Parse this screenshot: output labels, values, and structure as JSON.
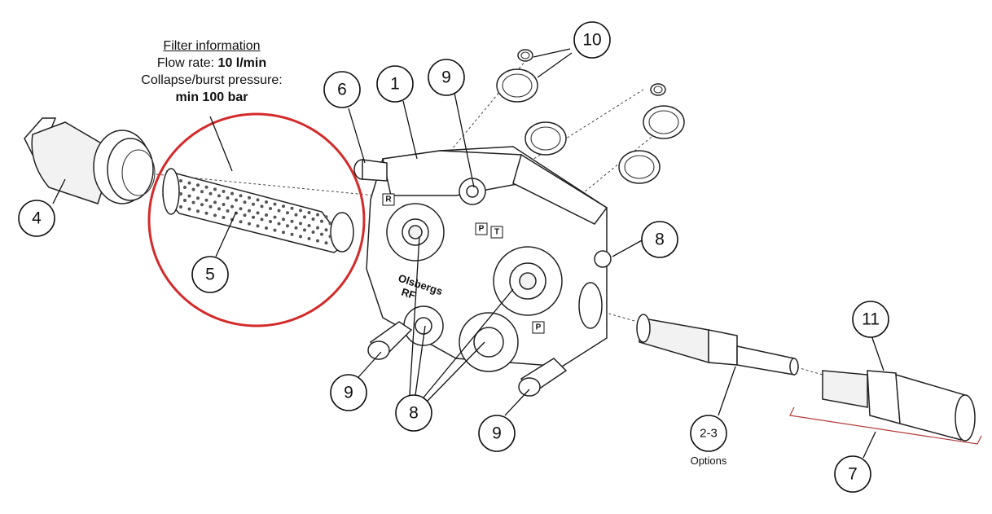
{
  "filter_info": {
    "title": "Filter information",
    "flow_rate_label": "Flow rate: ",
    "flow_rate_value": "10 l/min",
    "pressure_label": "Collapse/burst pressure:",
    "pressure_value": "min 100 bar"
  },
  "callouts": [
    {
      "label": "1"
    },
    {
      "label": "4"
    },
    {
      "label": "5"
    },
    {
      "label": "6"
    },
    {
      "label": "7"
    },
    {
      "label": "8"
    },
    {
      "label": "8"
    },
    {
      "label": "9"
    },
    {
      "label": "9"
    },
    {
      "label": "9"
    },
    {
      "label": "10"
    },
    {
      "label": "11"
    },
    {
      "label": "2-3"
    }
  ],
  "options_label": "Options",
  "ports": {
    "r": "R",
    "p": "P",
    "t": "T",
    "p2": "P"
  },
  "brand": {
    "line1": "Olsbergs",
    "line2": "RF"
  },
  "colors": {
    "highlight": "#d42a2a",
    "bracket": "#b23a3a",
    "line": "#111111"
  }
}
